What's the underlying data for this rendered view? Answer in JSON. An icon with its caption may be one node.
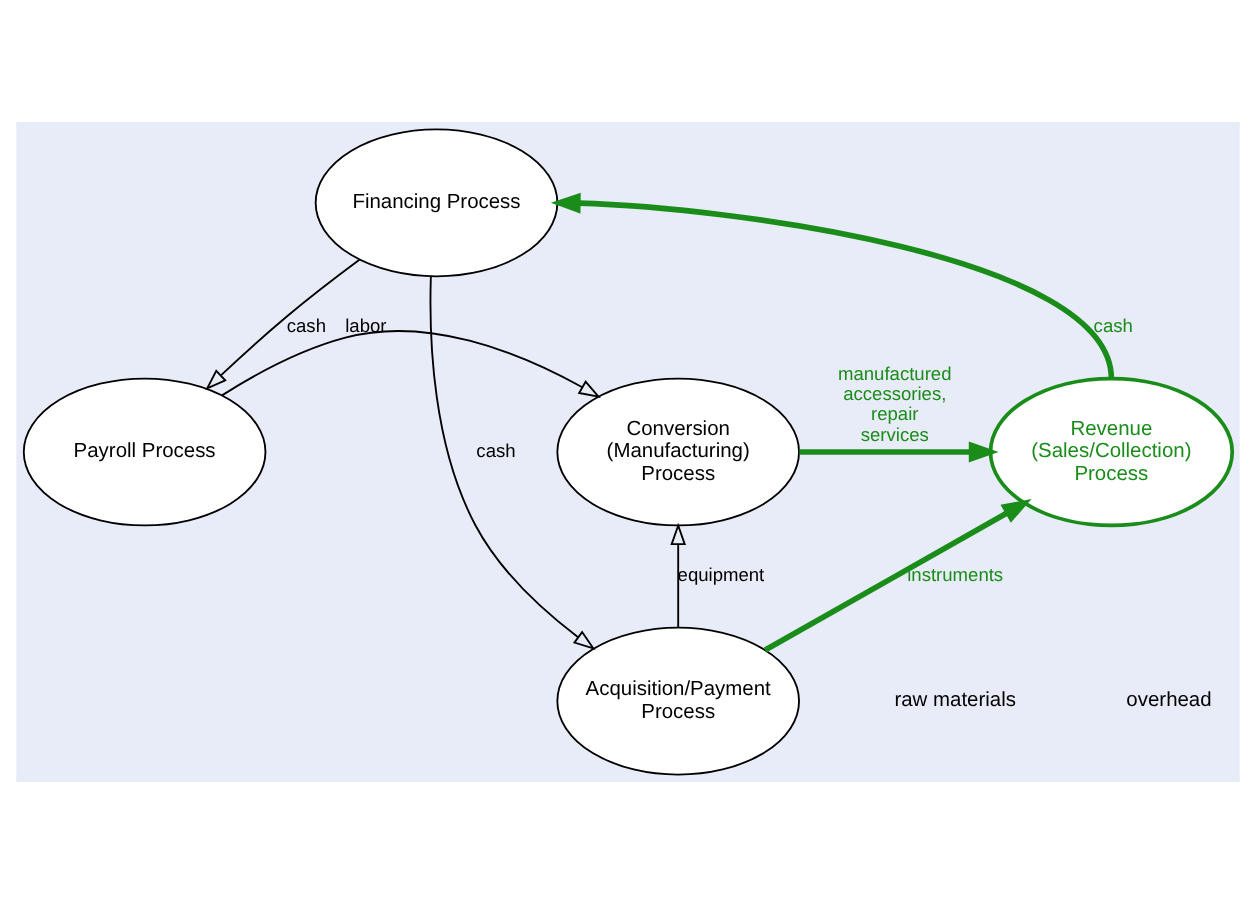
{
  "diagram": {
    "nodes": [
      {
        "text": [
          "Financing Process"
        ]
      },
      {
        "text": [
          "Payroll Process"
        ]
      },
      {
        "text": [
          "Conversion (Manufacturing) Process"
        ]
      },
      {
        "text": [
          "Acquisition/Payment Process"
        ]
      },
      {
        "text": [
          "Revenue (Sales/Collection) Process"
        ]
      }
    ],
    "edges": [
      {
        "from": 0,
        "to": 3,
        "arrow": "to",
        "label": "cash"
      },
      {
        "from": 0,
        "to": 1,
        "arrow": "to",
        "label": "cash"
      },
      {
        "from": 1,
        "to": 2,
        "arrow": "to",
        "label": "labor"
      },
      {
        "from": 3,
        "to": 2,
        "arrow": "to",
        "label": "equipment"
      },
      {
        "from": 2,
        "to": 4,
        "arrow": "to",
        "label": "manufactured accessories, repair services",
        "style": "thick",
        "color": "#1a8c1a"
      },
      {
        "from": 3,
        "to": 4,
        "arrow": "to",
        "label": "instruments",
        "style": "thick",
        "color": "#1a8c1a"
      },
      {
        "from": 4,
        "to": 0,
        "arrow": "to",
        "label": "cash",
        "style": "thick",
        "color": "#1a8c1a"
      }
    ],
    "labels": [
      "raw materials",
      "overhead"
    ]
  }
}
